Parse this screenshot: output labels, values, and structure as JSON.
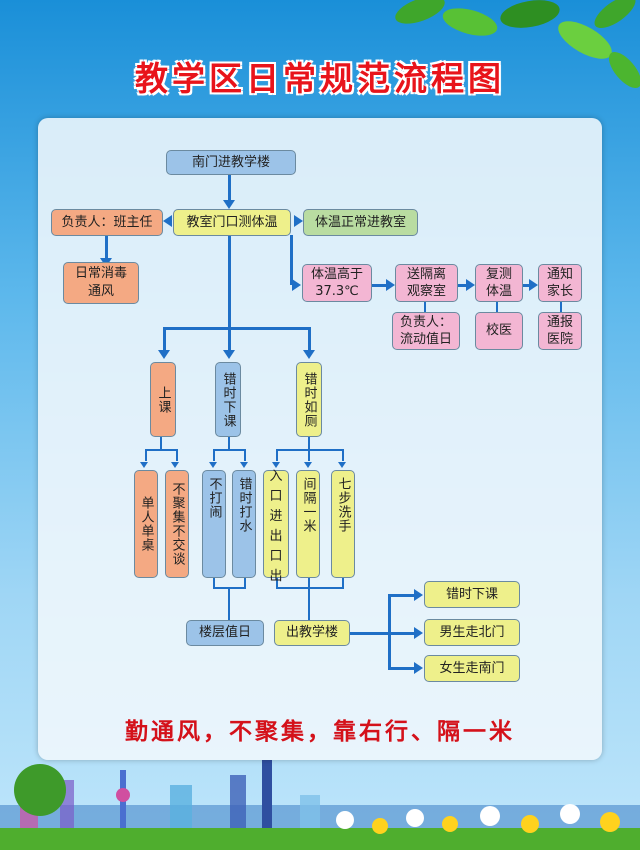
{
  "title": "教学区日常规范流程图",
  "slogan": "勤通风，不聚集，靠右行、隔一米",
  "nodes": {
    "south_gate": "南门进教学楼",
    "temp_check": "教室门口测体温",
    "responsible_teacher": "负责人：班主任",
    "daily_disinfect": "日常消毒通风",
    "normal_enter": "体温正常进教室",
    "high_temp": "体温高于37.3℃",
    "isolation_room": "送隔离观察室",
    "duty_person": "负责人：流动值日",
    "recheck": "复测体温",
    "school_doctor": "校医",
    "notify_parents": "通知家长",
    "report_hospital": "通报医院",
    "class": "上课",
    "stagger_dismiss": "错时下课",
    "stagger_toilet": "错时如厕",
    "single_desk": "单人单桌",
    "no_gathering": "不聚集不交谈",
    "no_fighting": "不打闹",
    "stagger_water": "错时打水",
    "entry_exit": "入口进出口出",
    "one_meter": "间隔一米",
    "seven_steps": "七步洗手",
    "floor_duty": "楼层值日",
    "exit_building": "出教学楼",
    "exit_stagger": "错时下课",
    "boys_north": "男生走北门",
    "girls_south": "女生走南门"
  }
}
